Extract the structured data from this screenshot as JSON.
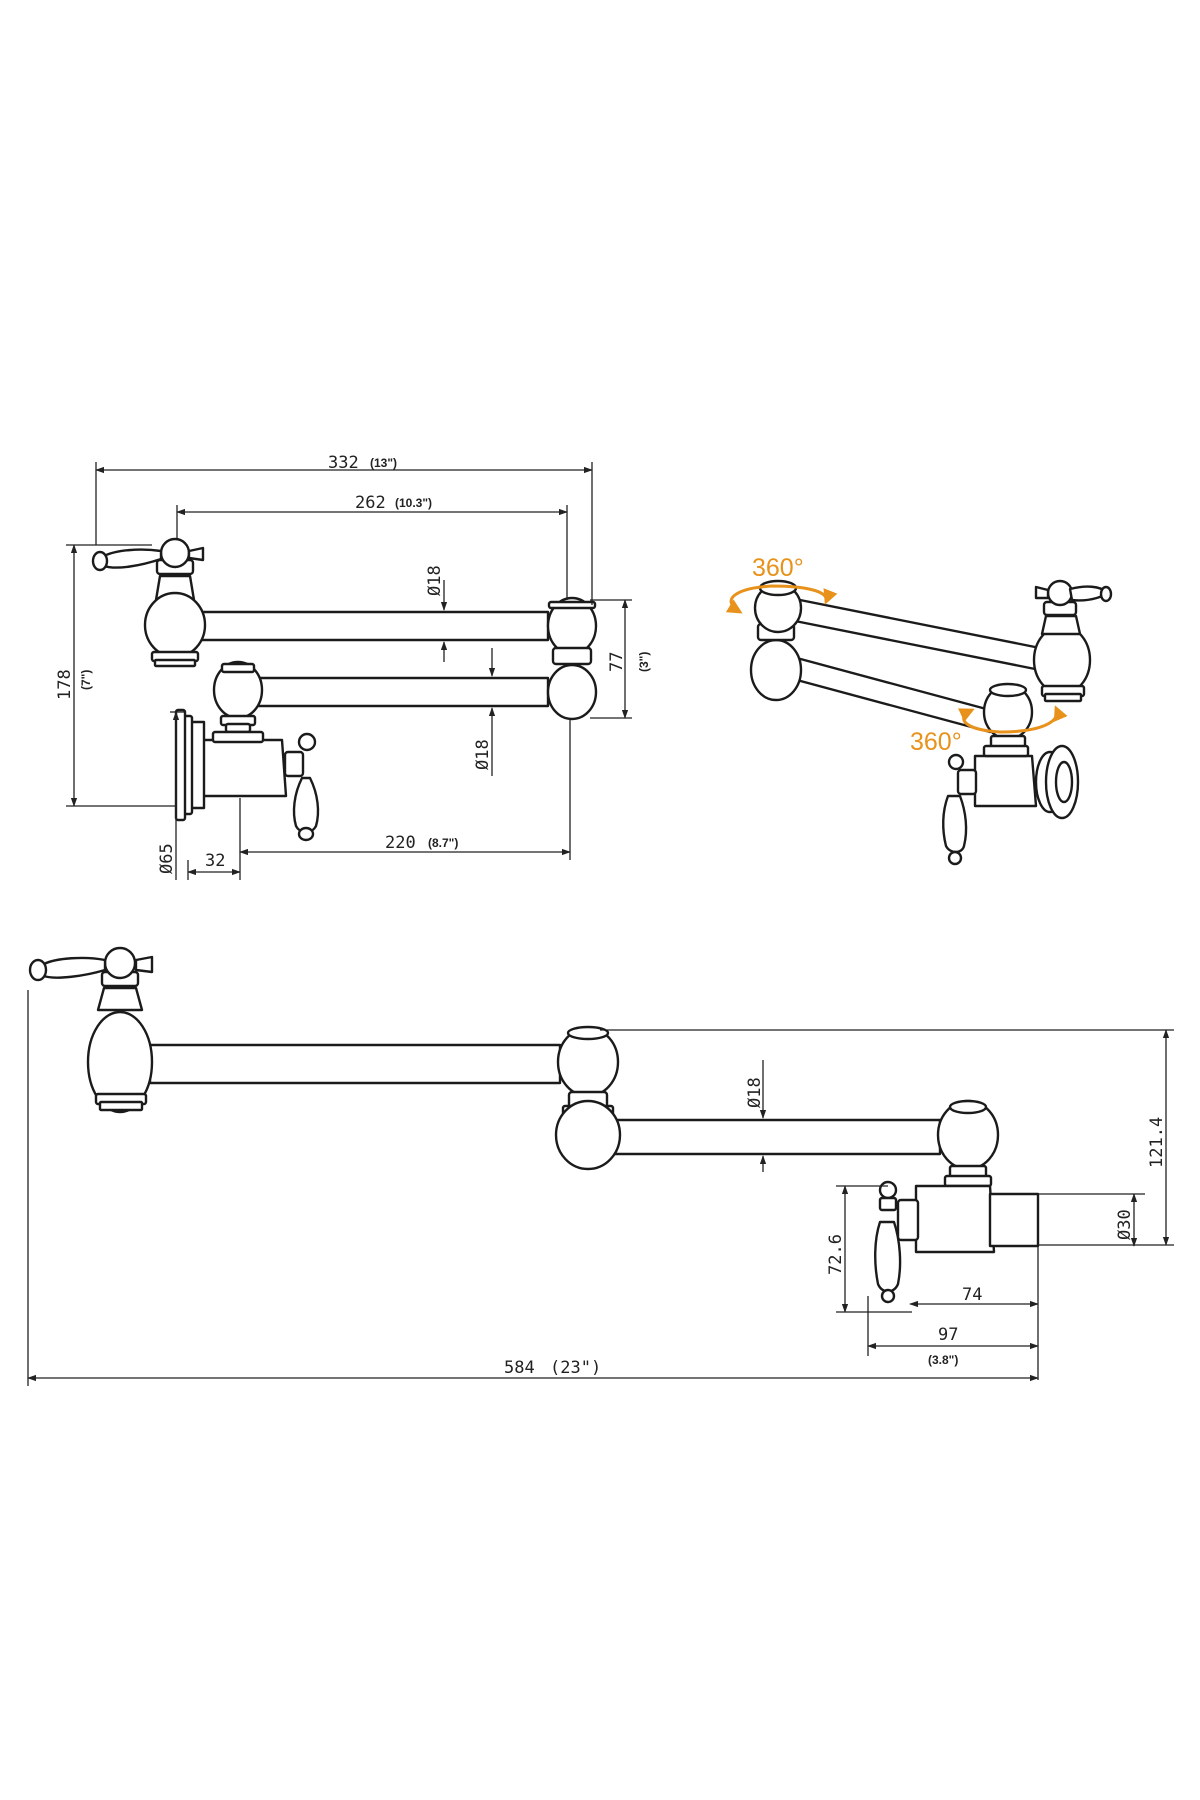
{
  "accent_color": "#e8921c",
  "line_color": "#1b1b1b",
  "front_view": {
    "overall_length": {
      "value": "332",
      "inch": "(13\")"
    },
    "arm_length": {
      "value": "262",
      "inch": "(10.3\")"
    },
    "lower_arm_length": {
      "value": "220",
      "inch": "(8.7\")"
    },
    "total_height": {
      "value": "178",
      "inch": "(7\")"
    },
    "arm_spacing": {
      "value": "77",
      "inch": "(3\")"
    },
    "pipe_diameter_upper": "Ø18",
    "pipe_diameter_lower": "Ø18",
    "flange_diameter": "Ø65",
    "wall_offset": "32"
  },
  "perspective_view": {
    "rotation_top": "360°",
    "rotation_bottom": "360°"
  },
  "extended_view": {
    "total_length": {
      "value": "584",
      "inch": "(23\")"
    },
    "pipe_diameter": "Ø18",
    "outlet_height": "121.4",
    "inlet_diameter": "Ø30",
    "valve_height": "72.6",
    "valve_depth": "74",
    "valve_projection": {
      "value": "97",
      "inch": "(3.8\")"
    }
  }
}
